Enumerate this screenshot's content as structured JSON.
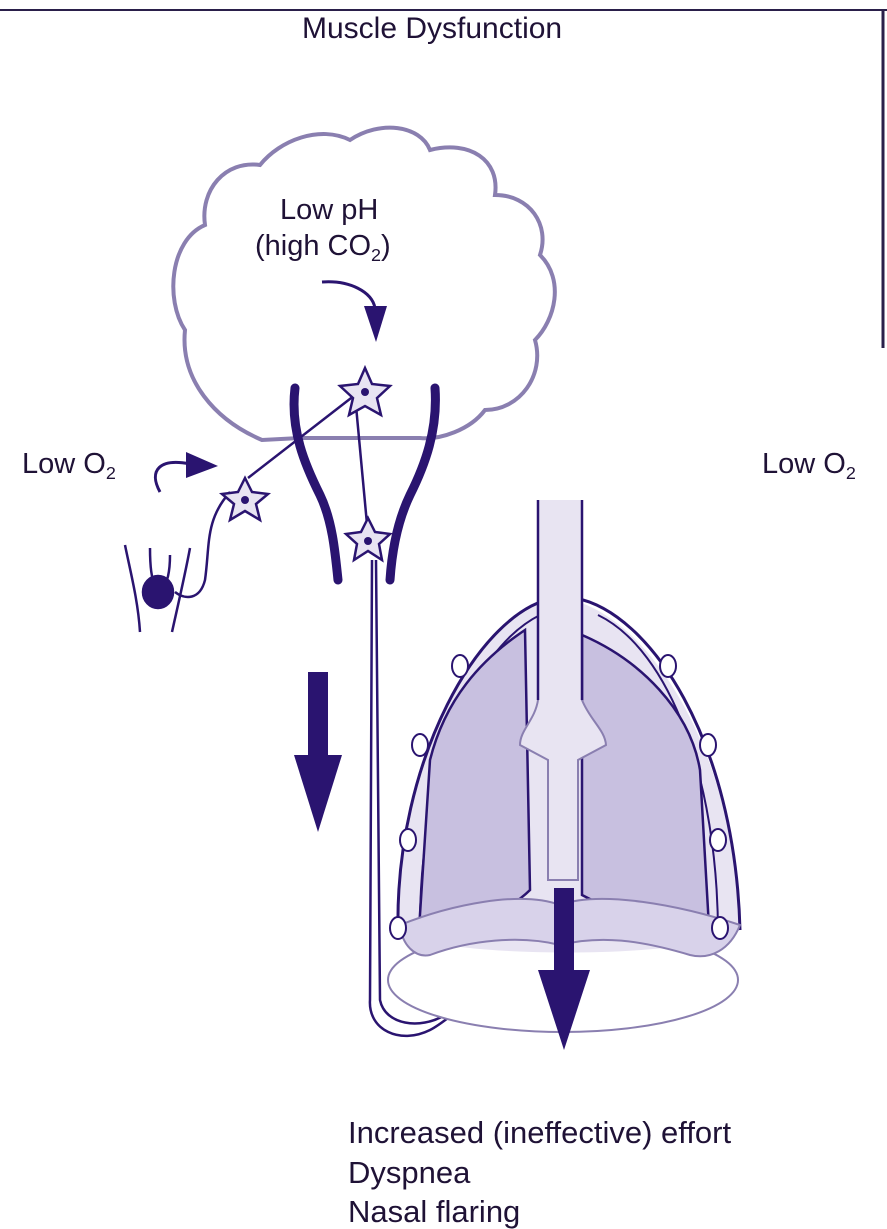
{
  "title": "Muscle Dysfunction",
  "brain": {
    "line1": "Low pH",
    "line2_pre": "(high CO",
    "line2_sub": "2",
    "line2_post": ")"
  },
  "left_label": {
    "text": "Low O",
    "sub": "2"
  },
  "right_label": {
    "text": "Low O",
    "sub": "2"
  },
  "effects": [
    "Increased (ineffective) effort",
    "Dyspnea",
    "Nasal flaring"
  ],
  "colors": {
    "dark": "#2a1470",
    "outline": "#8a7fb0",
    "lung_fill": "#c8c0e0",
    "light_fill": "#e8e4f2",
    "text": "#1f1236"
  }
}
